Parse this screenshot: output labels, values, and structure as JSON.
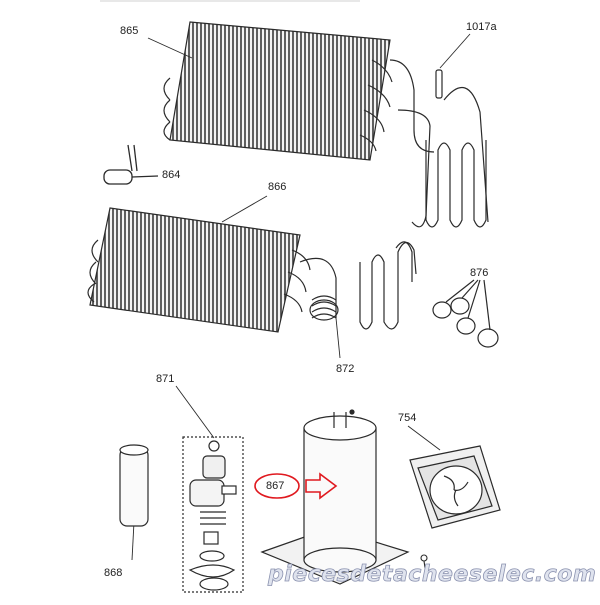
{
  "labels": {
    "l865": "865",
    "l1017a": "1017a",
    "l864": "864",
    "l866": "866",
    "l876": "876",
    "l872": "872",
    "l871": "871",
    "l754": "754",
    "l867": "867",
    "l868": "868"
  },
  "watermark": "piecesdetacheeselec.com",
  "colors": {
    "line": "#2b2b2b",
    "fin": "#6a6a6a",
    "highlight": "#e0191f"
  }
}
